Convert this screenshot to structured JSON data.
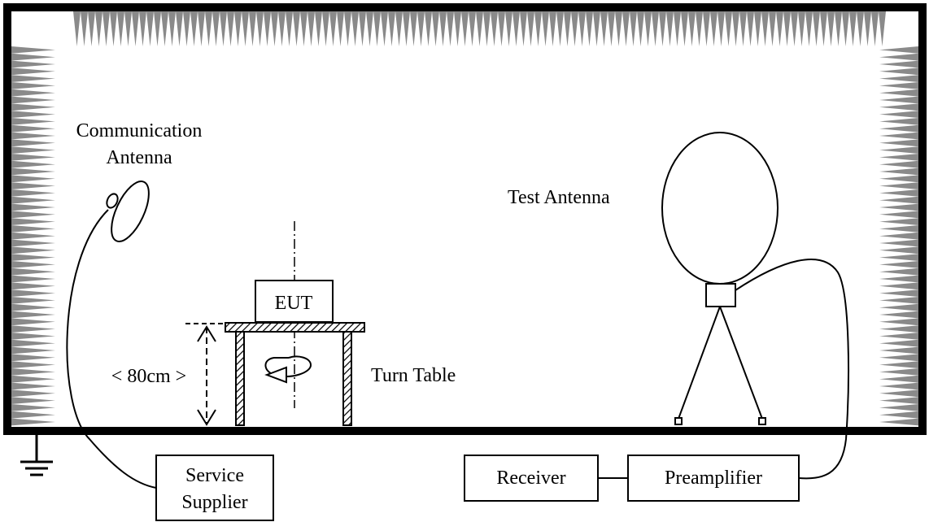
{
  "labels": {
    "comm_antenna_line1": "Communication",
    "comm_antenna_line2": "Antenna",
    "test_antenna": "Test Antenna",
    "eut": "EUT",
    "turn_table": "Turn Table",
    "height": "< 80cm >",
    "service_supplier_line1": "Service",
    "service_supplier_line2": "Supplier",
    "receiver": "Receiver",
    "preamplifier": "Preamplifier"
  },
  "colors": {
    "absorber": "#8a8a8a",
    "wall": "#000000",
    "background": "#ffffff"
  },
  "icons": {
    "ground": "ground-symbol-icon"
  }
}
